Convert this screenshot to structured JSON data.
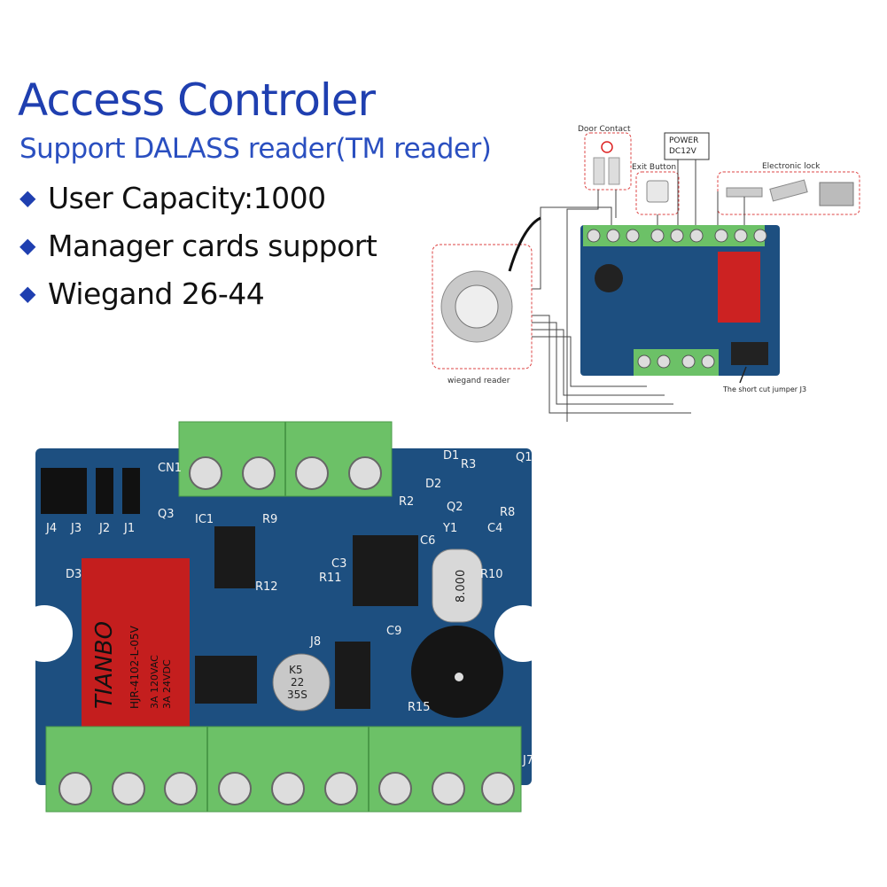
{
  "header": {
    "title": "Access Controler",
    "subtitle": "Support DALASS reader(TM reader)"
  },
  "features": [
    "User Capacity:1000",
    "Manager cards support",
    "Wiegand 26-44"
  ],
  "diagram": {
    "door_contact": "Door Contact",
    "power_label": "POWER",
    "power_voltage": "DC12V",
    "exit_button": "Exit Button",
    "electronic_lock": "Electronic lock",
    "wiegand_reader": "wiegand reader",
    "jumper_note": "The short cut jumper J3"
  },
  "board": {
    "relay_brand": "TIANBO",
    "relay_model": "HJR-4102-L-05V",
    "relay_rating_1": "3A 120VAC",
    "relay_rating_2": "3A 24VDC",
    "crystal": "8.000",
    "capacitor_1": "K5",
    "capacitor_2": "22",
    "capacitor_3": "35S",
    "labels": [
      "J4",
      "J3",
      "J2",
      "J1",
      "CN1",
      "IC1",
      "Q3",
      "R9",
      "R3",
      "D1",
      "R2",
      "D2",
      "Q2",
      "Y1",
      "Q1",
      "R8",
      "C4",
      "C6",
      "R10",
      "D3",
      "R12",
      "C3",
      "R11",
      "J8",
      "C9",
      "R15",
      "J7"
    ]
  },
  "colors": {
    "title_blue": "#1f3fb0",
    "pcb_blue": "#1d4f80",
    "terminal_green": "#6cc167",
    "dashed_red": "#d44"
  }
}
